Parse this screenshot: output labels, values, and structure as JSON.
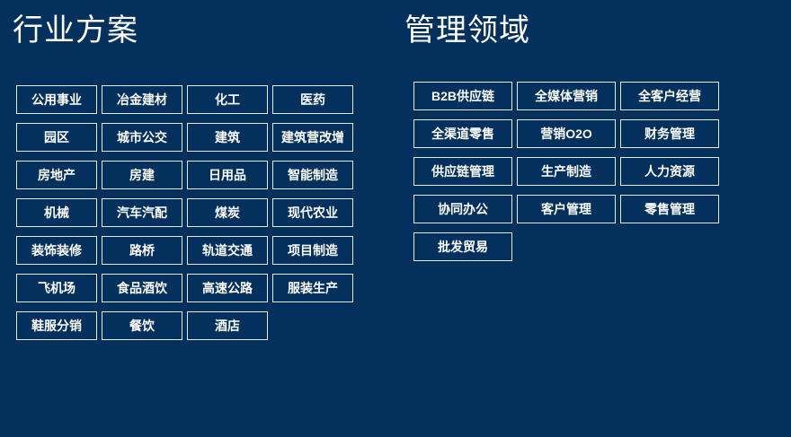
{
  "background_color": "#03305c",
  "border_color": "#e8ecf1",
  "text_color": "#ffffff",
  "columns": [
    {
      "id": "industry-solutions",
      "title": "行业方案",
      "tags": [
        "公用事业",
        "冶金建材",
        "化工",
        "医药",
        "园区",
        "城市公交",
        "建筑",
        "建筑营改增",
        "房地产",
        "房建",
        "日用品",
        "智能制造",
        "机械",
        "汽车汽配",
        "煤炭",
        "现代农业",
        "装饰装修",
        "路桥",
        "轨道交通",
        "项目制造",
        "飞机场",
        "食品酒饮",
        "高速公路",
        "服装生产",
        "鞋服分销",
        "餐饮",
        "酒店"
      ]
    },
    {
      "id": "management-domains",
      "title": "管理领域",
      "tags": [
        "B2B供应链",
        "全媒体营销",
        "全客户经营",
        "全渠道零售",
        "营销O2O",
        "财务管理",
        "供应链管理",
        "生产制造",
        "人力资源",
        "协同办公",
        "客户管理",
        "零售管理",
        "批发贸易"
      ]
    }
  ]
}
